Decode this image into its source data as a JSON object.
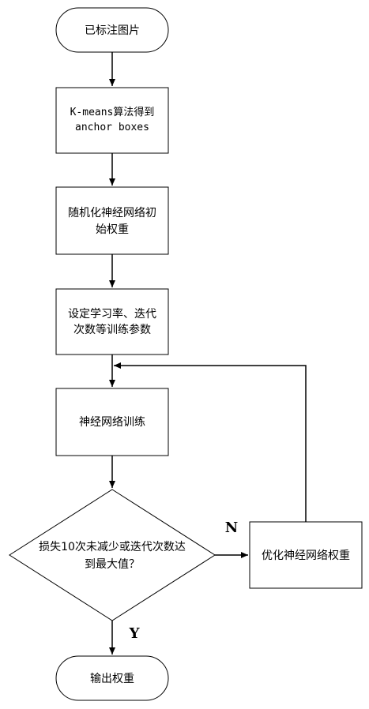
{
  "diagram": {
    "nodes": {
      "start": {
        "label": "已标注图片"
      },
      "kmeans": {
        "line1": "K-means算法得到",
        "line2": "anchor boxes"
      },
      "init": {
        "line1": "随机化神经网络初",
        "line2": "始权重"
      },
      "params": {
        "line1": "设定学习率、迭代",
        "line2": "次数等训练参数"
      },
      "train": {
        "label": "神经网络训练"
      },
      "decision": {
        "line1": "损失10次未减少或迭代次数达",
        "line2": "到最大值？"
      },
      "optimize": {
        "label": "优化神经网络权重"
      },
      "end": {
        "label": "输出权重"
      }
    },
    "branches": {
      "no": "N",
      "yes": "Y"
    }
  }
}
